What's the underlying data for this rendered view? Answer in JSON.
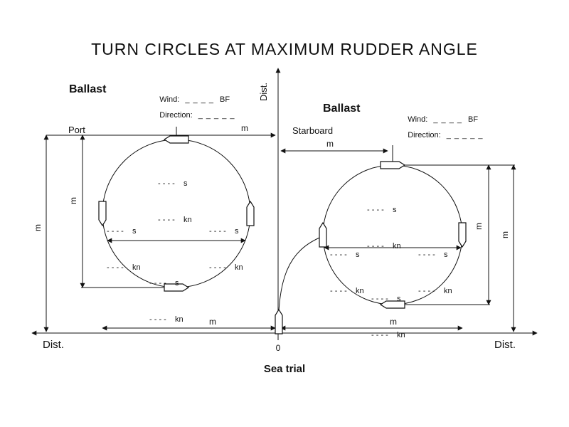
{
  "title": "TURN CIRCLES AT MAXIMUM RUDDER ANGLE",
  "center_axis": {
    "label": "Dist.",
    "origin": "0"
  },
  "baseline": {
    "left_label": "Dist.",
    "right_label": "Dist."
  },
  "caption": "Sea trial",
  "port_diagram": {
    "condition": "Ballast",
    "side": "Port",
    "wind": {
      "label": "Wind:",
      "value": "_ _ _ _",
      "unit": "BF"
    },
    "direction": {
      "label": "Direction:",
      "value": "_ _ _ _ _"
    },
    "speed_marks": {
      "top": {
        "speed": "- - - -    s",
        "rate": "- - - -    kn"
      },
      "left": {
        "speed": "- - - -    s",
        "rate": "- - - -    kn"
      },
      "right": {
        "speed": "- - - -    s",
        "rate": "- - - -    kn"
      },
      "bottom": {
        "speed": "- - - -    s",
        "rate": "- - - -    kn"
      }
    },
    "dimensions": {
      "top": "m",
      "bottom": "m",
      "inner": "m",
      "outer": "m"
    }
  },
  "starboard_diagram": {
    "condition": "Ballast",
    "side": "Starboard",
    "wind": {
      "label": "Wind:",
      "value": "_ _ _ _",
      "unit": "BF"
    },
    "direction": {
      "label": "Direction:",
      "value": "_ _ _ _ _"
    },
    "speed_marks": {
      "top": {
        "speed": "- - - -    s",
        "rate": "- - - -    kn"
      },
      "left": {
        "speed": "- - - -    s",
        "rate": "- - - -    kn"
      },
      "right": {
        "speed": "- - - -    s",
        "rate": "- - - -    kn"
      },
      "bottom": {
        "speed": "- - - -    s",
        "rate": "- - - -    kn"
      }
    },
    "dimensions": {
      "top": "m",
      "bottom": "m",
      "inner": "m",
      "outer": "m"
    }
  }
}
